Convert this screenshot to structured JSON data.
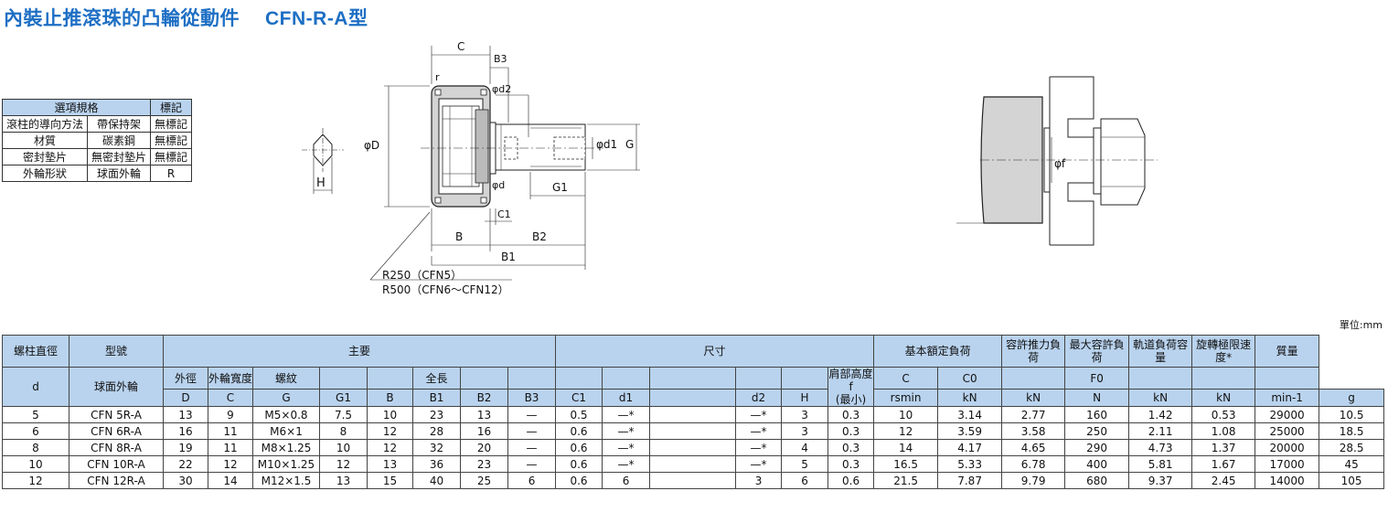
{
  "title": {
    "main": "內裝止推滾珠的凸輪從動件",
    "model": "CFN-R-A型"
  },
  "options": {
    "headers": [
      "選項規格",
      "標記"
    ],
    "rows": [
      [
        "滾柱的導向方法",
        "帶保持架",
        "無標記"
      ],
      [
        "材質",
        "碳素鋼",
        "無標記"
      ],
      [
        "密封墊片",
        "無密封墊片",
        "無標記"
      ],
      [
        "外輪形狀",
        "球面外輪",
        "R"
      ]
    ]
  },
  "drawing": {
    "H": "H",
    "C": "C",
    "B3": "B3",
    "r": "r",
    "d2": "φd2",
    "D": "φD",
    "d1": "φd1",
    "G": "G",
    "d": "φd",
    "G1": "G1",
    "C1": "C1",
    "B": "B",
    "B2": "B2",
    "B1": "B1",
    "r250": "R250（CFN5）",
    "r500": "R500（CFN6～CFN12）",
    "f": "φf"
  },
  "unit": "單位:mm",
  "table": {
    "h1": {
      "shaft": "螺柱直徑",
      "model": "型號",
      "main": "主要",
      "dims": "尺寸",
      "load": "基本額定負荷",
      "thrust": "容許推力負荷",
      "max": "最大容許負荷",
      "track": "軌道負荷容量",
      "speed": "旋轉極限速度*",
      "mass": "質量"
    },
    "h2": {
      "d": "d",
      "outer": "球面外輪",
      "od": "外徑",
      "width": "外輪寬度",
      "thread": "螺紋",
      "len": "全長",
      "shoulder": "肩部高度",
      "shoulder_f": "f",
      "shoulder_min": "(最小)",
      "C": "C",
      "C0": "C0",
      "F0": "F0"
    },
    "sym": {
      "D": "D",
      "C": "C",
      "G": "G",
      "G1": "G1",
      "B": "B",
      "B1": "B1",
      "B2": "B2",
      "B3": "B3",
      "C1": "C1",
      "d1": "d1",
      "d2": "d2",
      "H": "H",
      "r": "rsmin",
      "kN1": "kN",
      "kN2": "kN",
      "N": "N",
      "kN3": "kN",
      "kN4": "kN",
      "min": "min-1",
      "g": "g"
    },
    "rows": [
      [
        "5",
        "CFN 5R-A",
        "13",
        "9",
        "M5×0.8",
        "7.5",
        "10",
        "23",
        "13",
        "—",
        "0.5",
        "—*",
        "—*",
        "3",
        "0.3",
        "10",
        "3.14",
        "2.77",
        "160",
        "1.42",
        "0.53",
        "29000",
        "10.5"
      ],
      [
        "6",
        "CFN 6R-A",
        "16",
        "11",
        "M6×1",
        "8",
        "12",
        "28",
        "16",
        "—",
        "0.6",
        "—*",
        "—*",
        "3",
        "0.3",
        "12",
        "3.59",
        "3.58",
        "250",
        "2.11",
        "1.08",
        "25000",
        "18.5"
      ],
      [
        "8",
        "CFN 8R-A",
        "19",
        "11",
        "M8×1.25",
        "10",
        "12",
        "32",
        "20",
        "—",
        "0.6",
        "—*",
        "—*",
        "4",
        "0.3",
        "14",
        "4.17",
        "4.65",
        "290",
        "4.73",
        "1.37",
        "20000",
        "28.5"
      ],
      [
        "10",
        "CFN 10R-A",
        "22",
        "12",
        "M10×1.25",
        "12",
        "13",
        "36",
        "23",
        "—",
        "0.6",
        "—*",
        "—*",
        "5",
        "0.3",
        "16.5",
        "5.33",
        "6.78",
        "400",
        "5.81",
        "1.67",
        "17000",
        "45"
      ],
      [
        "12",
        "CFN 12R-A",
        "30",
        "14",
        "M12×1.5",
        "13",
        "15",
        "40",
        "25",
        "6",
        "0.6",
        "6",
        "3",
        "6",
        "0.6",
        "21.5",
        "7.87",
        "9.79",
        "680",
        "9.37",
        "2.45",
        "14000",
        "105"
      ]
    ]
  }
}
